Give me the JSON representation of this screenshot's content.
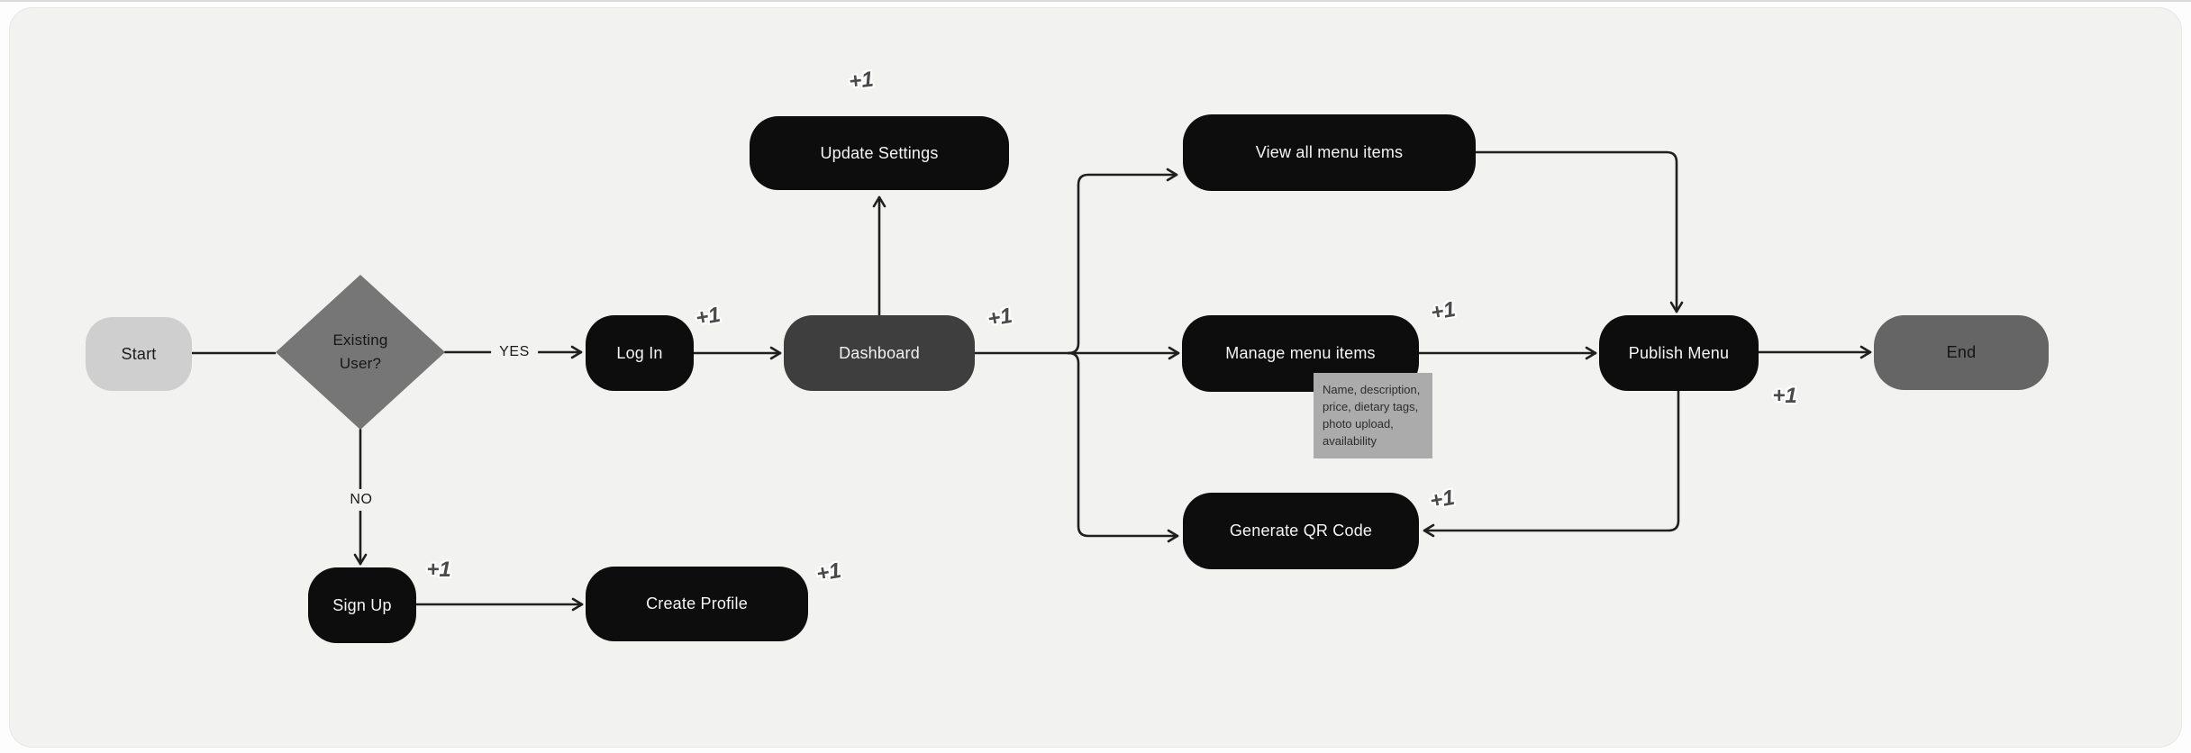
{
  "canvas": {
    "outer_bg": "#fdfdfd",
    "panel_bg": "#f2f2f1",
    "line_color": "#1f1f1f"
  },
  "nodes": {
    "start": {
      "label": "Start",
      "fill": "#cfcfcf",
      "text_color": "#1c1c1c",
      "shape": "rounded"
    },
    "existing_user": {
      "label": "Existing User?",
      "fill": "#767676",
      "text_color": "#161616",
      "shape": "diamond"
    },
    "log_in": {
      "label": "Log In",
      "fill": "#0d0d0d",
      "text_color": "#f5f5f5",
      "shape": "rounded"
    },
    "dashboard": {
      "label": "Dashboard",
      "fill": "#3e3e3e",
      "text_color": "#f2f2f2",
      "shape": "rounded"
    },
    "update_settings": {
      "label": "Update Settings",
      "fill": "#0d0d0d",
      "text_color": "#f5f5f5",
      "shape": "rounded"
    },
    "view_all_menu_items": {
      "label": "View all menu items",
      "fill": "#0d0d0d",
      "text_color": "#f5f5f5",
      "shape": "rounded"
    },
    "manage_menu_items": {
      "label": "Manage menu items",
      "fill": "#0d0d0d",
      "text_color": "#f5f5f5",
      "shape": "rounded"
    },
    "generate_qr_code": {
      "label": "Generate QR Code",
      "fill": "#0d0d0d",
      "text_color": "#f5f5f5",
      "shape": "rounded"
    },
    "publish_menu": {
      "label": "Publish Menu",
      "fill": "#0d0d0d",
      "text_color": "#f5f5f5",
      "shape": "rounded"
    },
    "end": {
      "label": "End",
      "fill": "#656565",
      "text_color": "#141414",
      "shape": "rounded"
    },
    "sign_up": {
      "label": "Sign Up",
      "fill": "#0d0d0d",
      "text_color": "#f5f5f5",
      "shape": "rounded"
    },
    "create_profile": {
      "label": "Create Profile",
      "fill": "#0d0d0d",
      "text_color": "#f5f5f5",
      "shape": "rounded"
    }
  },
  "edge_labels": {
    "yes": "YES",
    "no": "NO"
  },
  "badge": {
    "text": "+1",
    "color": "#4a4a4a"
  },
  "tooltip": {
    "text": "Name, description, price, dietary tags, photo upload, availability",
    "bg": "#ababab",
    "text_color": "#2d2d2d"
  }
}
